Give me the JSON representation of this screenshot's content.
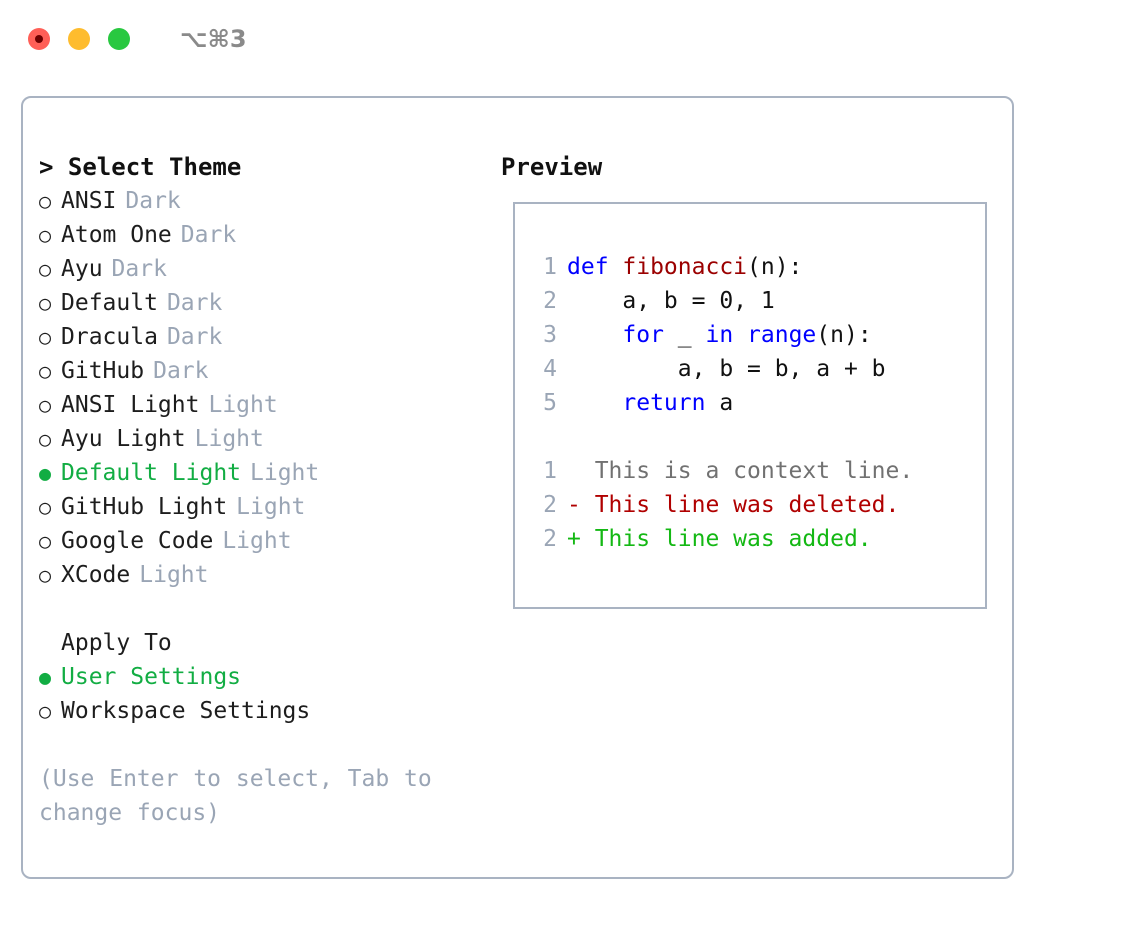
{
  "titlebar": {
    "lights": [
      {
        "name": "close-button",
        "color": "#ff5f57"
      },
      {
        "name": "minimize-button",
        "color": "#febc2e"
      },
      {
        "name": "maximize-button",
        "color": "#28c840"
      }
    ],
    "shortcut": "⌥⌘3"
  },
  "theme_picker": {
    "header": "> Select Theme",
    "items": [
      {
        "marker": "○",
        "label": "ANSI",
        "tag": "Dark",
        "selected": false
      },
      {
        "marker": "○",
        "label": "Atom One",
        "tag": "Dark",
        "selected": false
      },
      {
        "marker": "○",
        "label": "Ayu",
        "tag": "Dark",
        "selected": false
      },
      {
        "marker": "○",
        "label": "Default",
        "tag": "Dark",
        "selected": false
      },
      {
        "marker": "○",
        "label": "Dracula",
        "tag": "Dark",
        "selected": false
      },
      {
        "marker": "○",
        "label": "GitHub",
        "tag": "Dark",
        "selected": false
      },
      {
        "marker": "○",
        "label": "ANSI Light",
        "tag": "Light",
        "selected": false
      },
      {
        "marker": "○",
        "label": "Ayu Light",
        "tag": "Light",
        "selected": false
      },
      {
        "marker": "●",
        "label": "Default Light",
        "tag": "Light",
        "selected": true
      },
      {
        "marker": "○",
        "label": "GitHub Light",
        "tag": "Light",
        "selected": false
      },
      {
        "marker": "○",
        "label": "Google Code",
        "tag": "Light",
        "selected": false
      },
      {
        "marker": "○",
        "label": "XCode",
        "tag": "Light",
        "selected": false
      }
    ]
  },
  "apply_to": {
    "title": "Apply To",
    "items": [
      {
        "marker": "●",
        "label": "User Settings",
        "selected": true
      },
      {
        "marker": "○",
        "label": "Workspace Settings",
        "selected": false
      }
    ]
  },
  "hint": "(Use Enter to select, Tab to change focus)",
  "preview": {
    "title": "Preview",
    "code_lines": [
      {
        "num": "1",
        "tokens": [
          {
            "t": "def ",
            "c": "kw"
          },
          {
            "t": "fibonacci",
            "c": "fn"
          },
          {
            "t": "(n):",
            "c": "plain"
          }
        ]
      },
      {
        "num": "2",
        "tokens": [
          {
            "t": "    a, b = 0, 1",
            "c": "plain"
          }
        ]
      },
      {
        "num": "3",
        "tokens": [
          {
            "t": "    ",
            "c": "plain"
          },
          {
            "t": "for",
            "c": "kw"
          },
          {
            "t": " _ ",
            "c": "plain"
          },
          {
            "t": "in",
            "c": "kw"
          },
          {
            "t": " ",
            "c": "plain"
          },
          {
            "t": "range",
            "c": "kw"
          },
          {
            "t": "(n):",
            "c": "plain"
          }
        ]
      },
      {
        "num": "4",
        "tokens": [
          {
            "t": "        a, b = b, a + b",
            "c": "plain"
          }
        ]
      },
      {
        "num": "5",
        "tokens": [
          {
            "t": "    ",
            "c": "plain"
          },
          {
            "t": "return",
            "c": "kw"
          },
          {
            "t": " a",
            "c": "plain"
          }
        ]
      }
    ],
    "diff_lines": [
      {
        "num": "1",
        "text": "  This is a context line.",
        "kind": "ctx"
      },
      {
        "num": "2",
        "text": "- This line was deleted.",
        "kind": "del"
      },
      {
        "num": "2",
        "text": "+ This line was added.",
        "kind": "add"
      }
    ]
  },
  "colors": {
    "selection_green": "#12ad43",
    "muted_gray": "#9aa5b5",
    "border": "#a9b3c2",
    "keyword_blue": "#0000ff",
    "function_red": "#9b0000",
    "diff_delete": "#b00000",
    "diff_add": "#14b814",
    "diff_context": "#717171"
  }
}
